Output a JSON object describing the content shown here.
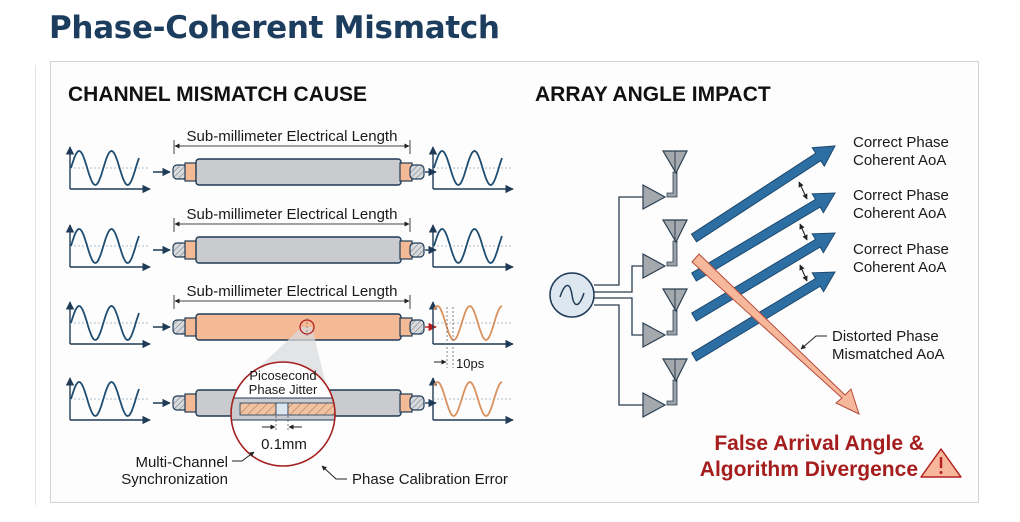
{
  "title": "Phase-Coherent Mismatch",
  "left_section": {
    "title": "CHANNEL MISMATCH CAUSE",
    "length_label": "Sub-millimeter Electrical Length",
    "channels": [
      {
        "label": "Sub-millimeter Electrical Length",
        "state": "matched",
        "output": "in-phase"
      },
      {
        "label": "Sub-millimeter Electrical Length",
        "state": "matched",
        "output": "in-phase"
      },
      {
        "label": "Sub-millimeter Electrical Length",
        "state": "mismatched",
        "output": "phase-shifted"
      },
      {
        "label": "",
        "state": "magnified",
        "output": "phase-shifted"
      }
    ],
    "delay_label": "10ps",
    "magnifier": {
      "title_line1": "Picosecond",
      "title_line2": "Phase Jitter",
      "gap_label": "0.1mm"
    },
    "callout_sync_line1": "Multi-Channel",
    "callout_sync_line2": "Synchronization",
    "callout_calibration": "Phase Calibration Error"
  },
  "right_section": {
    "title": "ARRAY ANGLE IMPACT",
    "correct_label_line1": "Correct Phase",
    "correct_label_line2": "Coherent AoA",
    "correct_labels": [
      {
        "line1": "Correct Phase",
        "line2": "Coherent AoA"
      },
      {
        "line1": "Correct Phase",
        "line2": "Coherent AoA"
      },
      {
        "line1": "Correct Phase",
        "line2": "Coherent AoA"
      }
    ],
    "distorted_line1": "Distorted Phase",
    "distorted_line2": "Mismatched AoA",
    "warning_line1": "False Arrival Angle &",
    "warning_line2": "Algorithm Divergence",
    "warning_icon": "warning-triangle-icon",
    "antenna_count": 4
  },
  "colors": {
    "title": "#1c3d5e",
    "signal_blue": "#1f4e72",
    "signal_orange": "#d9915e",
    "cable_gray": "#c9cbce",
    "cable_copper": "#f4b995",
    "arrow_blue": "#2e6fa3",
    "arrow_salmon": "#f7b79a",
    "warning_red": "#a51d1d"
  }
}
